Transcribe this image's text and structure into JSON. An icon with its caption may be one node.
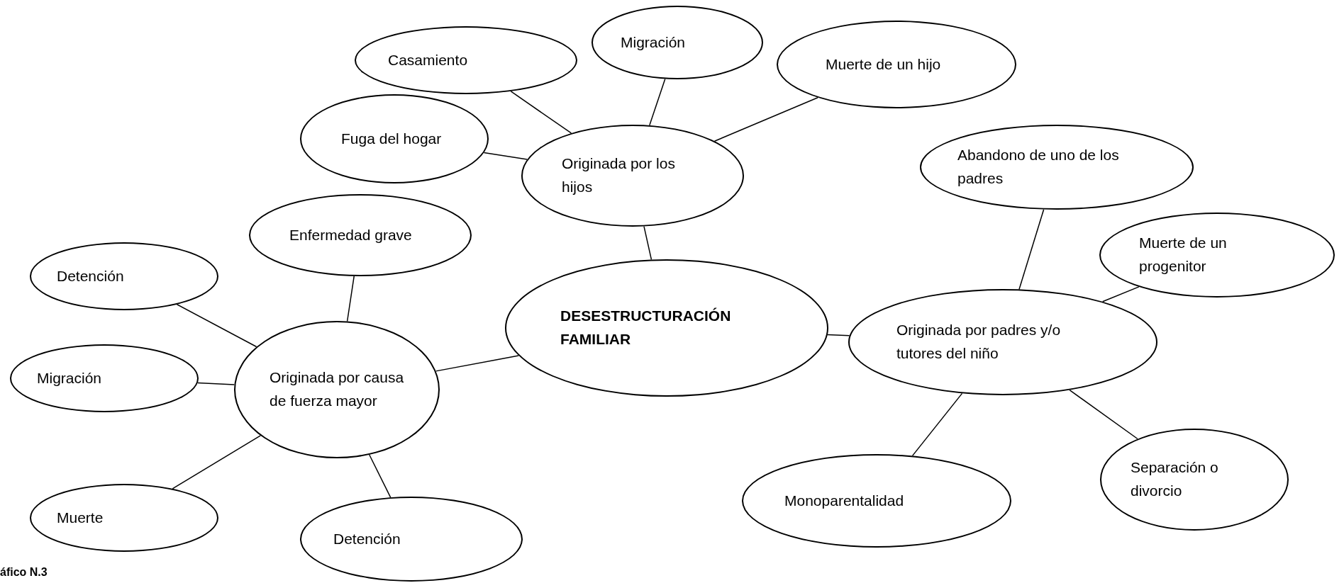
{
  "diagram": {
    "caption": "áfico N.3",
    "nodes": [
      {
        "text": [
          "DESESTRUCTURACIÓN FAMILIAR"
        ]
      },
      {
        "text": [
          "Originada por los hijos"
        ]
      },
      {
        "text": [
          "Casamiento"
        ]
      },
      {
        "text": [
          "Migración"
        ]
      },
      {
        "text": [
          "Muerte de un hijo"
        ]
      },
      {
        "text": [
          "Fuga del hogar"
        ]
      },
      {
        "text": [
          "Originada por causa de fuerza mayor"
        ]
      },
      {
        "text": [
          "Enfermedad grave"
        ]
      },
      {
        "text": [
          "Detención"
        ]
      },
      {
        "text": [
          "Migración"
        ]
      },
      {
        "text": [
          "Muerte"
        ]
      },
      {
        "text": [
          "Detención"
        ]
      },
      {
        "text": [
          "Originada por padres y/o tutores del niño"
        ]
      },
      {
        "text": [
          "Abandono de uno de los padres"
        ]
      },
      {
        "text": [
          "Muerte de un progenitor"
        ]
      },
      {
        "text": [
          "Monoparentalidad"
        ]
      },
      {
        "text": [
          "Separación o divorcio"
        ]
      }
    ],
    "edges": [
      {
        "from": 0,
        "to": 1,
        "arrow": "none"
      },
      {
        "from": 0,
        "to": 6,
        "arrow": "none"
      },
      {
        "from": 0,
        "to": 12,
        "arrow": "none"
      },
      {
        "from": 1,
        "to": 2,
        "arrow": "none"
      },
      {
        "from": 1,
        "to": 3,
        "arrow": "none"
      },
      {
        "from": 1,
        "to": 4,
        "arrow": "none"
      },
      {
        "from": 1,
        "to": 5,
        "arrow": "none"
      },
      {
        "from": 6,
        "to": 7,
        "arrow": "none"
      },
      {
        "from": 6,
        "to": 8,
        "arrow": "none"
      },
      {
        "from": 6,
        "to": 9,
        "arrow": "none"
      },
      {
        "from": 6,
        "to": 10,
        "arrow": "none"
      },
      {
        "from": 6,
        "to": 11,
        "arrow": "none"
      },
      {
        "from": 12,
        "to": 13,
        "arrow": "none"
      },
      {
        "from": 12,
        "to": 14,
        "arrow": "none"
      },
      {
        "from": 12,
        "to": 15,
        "arrow": "none"
      },
      {
        "from": 12,
        "to": 16,
        "arrow": "none"
      }
    ]
  }
}
